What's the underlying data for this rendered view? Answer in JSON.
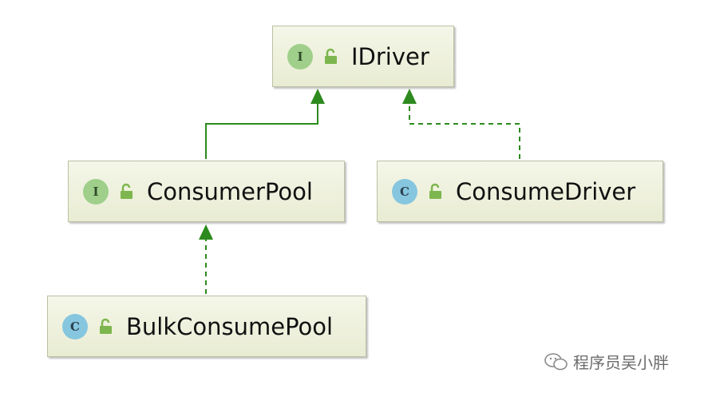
{
  "nodes": {
    "idriver": {
      "kind": "I",
      "label": "IDriver"
    },
    "consumer_pool": {
      "kind": "I",
      "label": "ConsumerPool"
    },
    "consume_driver": {
      "kind": "C",
      "label": "ConsumeDriver"
    },
    "bulk_consume_pool": {
      "kind": "C",
      "label": "BulkConsumePool"
    }
  },
  "watermark": {
    "text": "程序员吴小胖"
  },
  "colors": {
    "node_fill": "#eef0dd",
    "interface_badge": "#9fcf8a",
    "class_badge": "#86c6df",
    "edge": "#2d8a1e"
  },
  "icons": {
    "visibility": "unlock-icon"
  }
}
